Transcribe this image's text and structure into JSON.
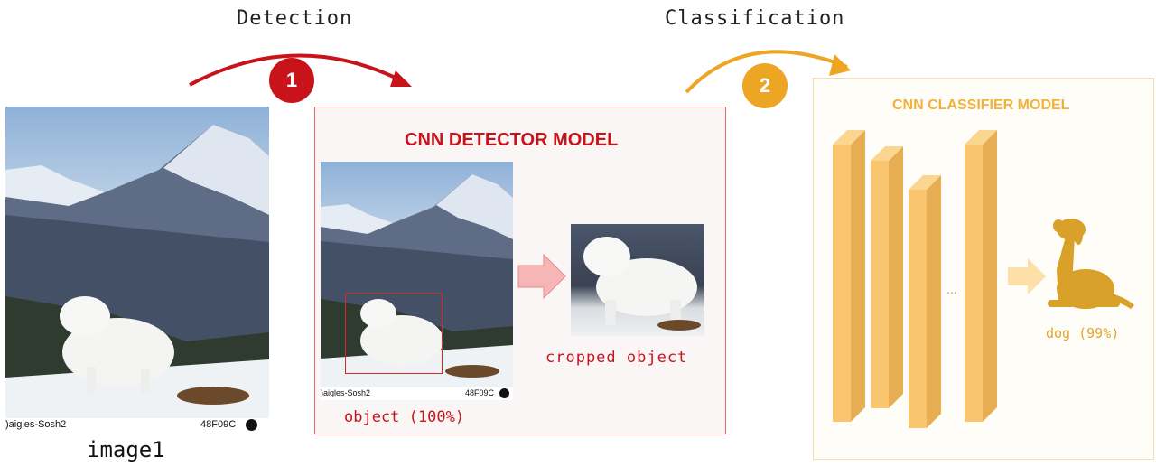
{
  "stages": {
    "detection": {
      "label": "Detection",
      "number": "1",
      "color": "#c8131b"
    },
    "classification": {
      "label": "Classification",
      "number": "2",
      "color": "#eda524"
    }
  },
  "input_image": {
    "label": "image1",
    "camera_left": ")aigles-Sosh2",
    "camera_right": "48F09C"
  },
  "detector": {
    "title": "CNN DETECTOR MODEL",
    "camera_left": ")aigles-Sosh2",
    "camera_right": "48F09C",
    "object_label": "object (100%)",
    "cropped_label": "cropped object"
  },
  "classifier": {
    "title": "CNN CLASSIFIER MODEL",
    "ellipsis": "...",
    "result_label": "dog (99%)"
  }
}
